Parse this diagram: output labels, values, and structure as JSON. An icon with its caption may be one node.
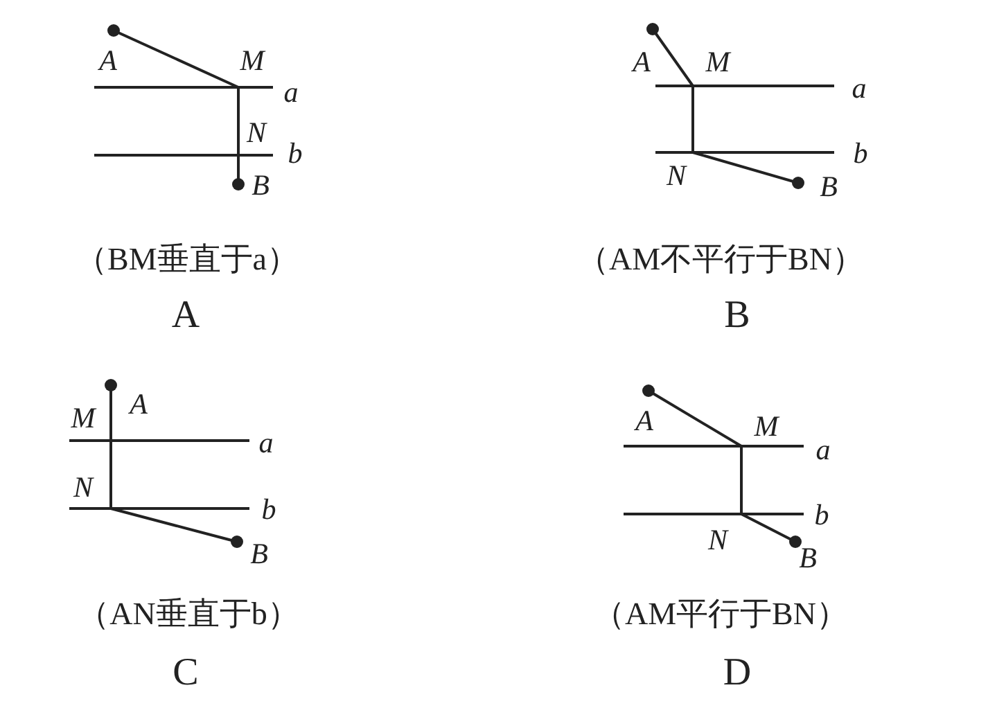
{
  "diagram": {
    "labels": [
      "A",
      "M",
      "a",
      "N",
      "b",
      "B",
      "（BM垂直于a）",
      "A",
      "A",
      "M",
      "a",
      "b",
      "N",
      "B",
      "（AM不平行于BN）",
      "B",
      "A",
      "M",
      "a",
      "N",
      "b",
      "B",
      "（AN垂直于b）",
      "C",
      "A",
      "M",
      "a",
      "b",
      "N",
      "B",
      "（AM平行于BN）",
      "D"
    ]
  }
}
